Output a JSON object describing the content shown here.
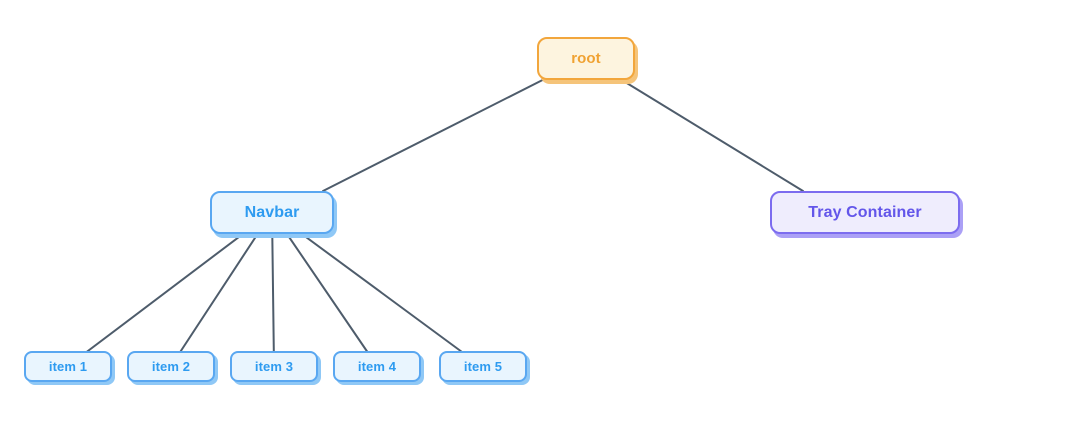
{
  "diagram": {
    "type": "tree",
    "background_color": "#FFFFFF",
    "edge_color": "#4E5C6B",
    "nodes": {
      "root": {
        "label": "root",
        "text_color": "#F0A232",
        "border_color": "#F2A63C",
        "fill_color": "#FDF4DF",
        "shadow_color": "#F5C47A"
      },
      "navbar": {
        "label": "Navbar",
        "text_color": "#2E9BF0",
        "border_color": "#59A7F1",
        "fill_color": "#E9F5FE",
        "shadow_color": "#8FC8F6"
      },
      "tray_container": {
        "label": "Tray Container",
        "text_color": "#6356EA",
        "border_color": "#7C6CEF",
        "fill_color": "#EFEDFD",
        "shadow_color": "#ABA0F6"
      },
      "items": [
        {
          "label": "item 1"
        },
        {
          "label": "item 2"
        },
        {
          "label": "item 3"
        },
        {
          "label": "item 4"
        },
        {
          "label": "item 5"
        }
      ]
    },
    "edges": [
      {
        "from": "root",
        "to": "navbar"
      },
      {
        "from": "root",
        "to": "tray_container"
      },
      {
        "from": "navbar",
        "to": "item 1"
      },
      {
        "from": "navbar",
        "to": "item 2"
      },
      {
        "from": "navbar",
        "to": "item 3"
      },
      {
        "from": "navbar",
        "to": "item 4"
      },
      {
        "from": "navbar",
        "to": "item 5"
      }
    ]
  }
}
